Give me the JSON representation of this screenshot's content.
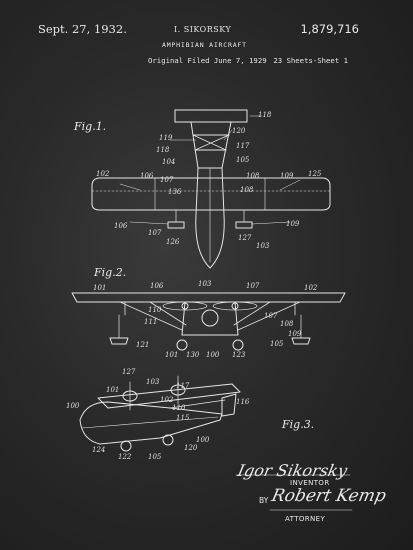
{
  "header": {
    "date": "Sept. 27, 1932.",
    "inventor_name": "I. SIKORSKY",
    "patent_number": "1,879,716",
    "title": "AMPHIBIAN AIRCRAFT",
    "filed": "Original Filed June 7, 1929",
    "sheets": "23 Sheets-Sheet 1"
  },
  "figures": {
    "fig1": "Fig.1.",
    "fig2": "Fig.2.",
    "fig3": "Fig.3."
  },
  "labels": {
    "fig1": [
      "118",
      "119",
      "120",
      "117",
      "118",
      "104",
      "105",
      "106",
      "107",
      "108",
      "109",
      "102",
      "125",
      "136",
      "108",
      "109",
      "106",
      "107",
      "126",
      "127",
      "103"
    ],
    "fig2": [
      "101",
      "106",
      "103",
      "107",
      "102",
      "110",
      "111",
      "107",
      "108",
      "109",
      "105",
      "121",
      "101",
      "130",
      "100",
      "123"
    ],
    "fig3": [
      "127",
      "103",
      "117",
      "101",
      "100",
      "102",
      "110",
      "116",
      "115",
      "124",
      "120",
      "122",
      "105",
      "100"
    ]
  },
  "signature": {
    "inventor_signature": "Igor Sikorsky",
    "inventor_label": "INVENTOR",
    "by_label": "BY",
    "attorney_signature": "Robert Kemp",
    "attorney_label": "ATTORNEY"
  },
  "colors": {
    "background": "#2a2a2a",
    "ink": "#e8e8e8"
  }
}
